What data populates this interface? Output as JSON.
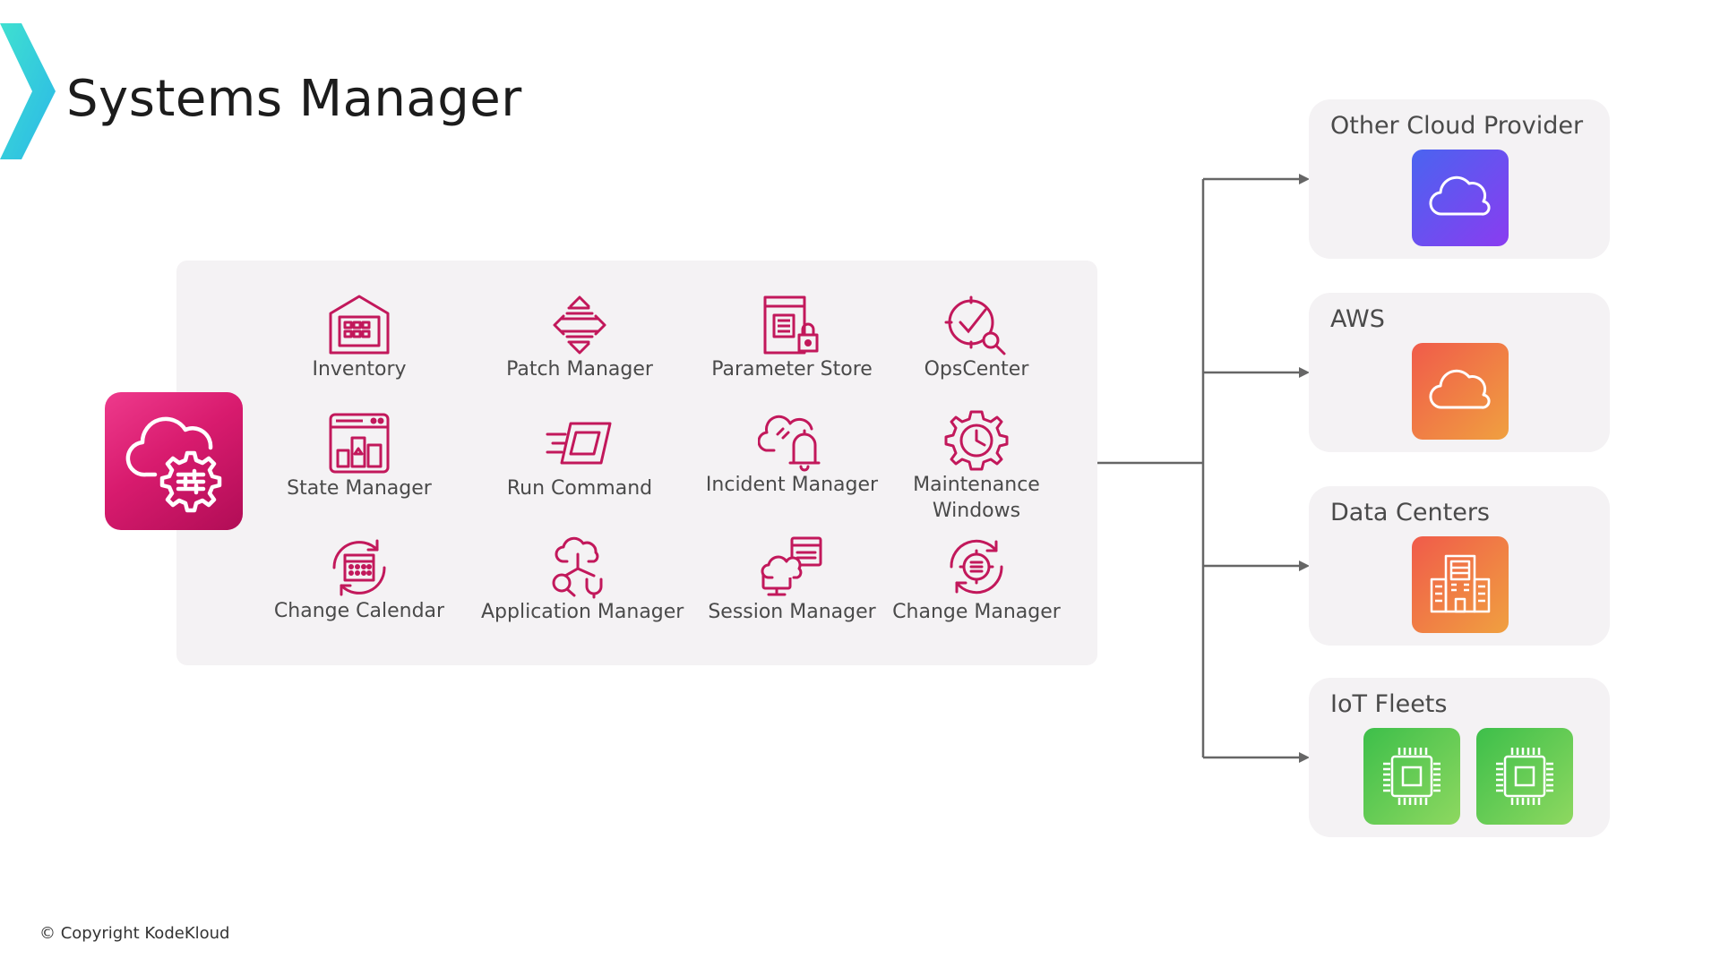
{
  "title": "Systems Manager",
  "colors": {
    "accent": "#c2185b",
    "panel": "#f4f2f4",
    "connector": "#666666"
  },
  "service_icon": "systems-manager-icon",
  "features": [
    {
      "label": "Inventory",
      "icon": "inventory-icon"
    },
    {
      "label": "Patch Manager",
      "icon": "patch-manager-icon"
    },
    {
      "label": "Parameter Store",
      "icon": "parameter-store-icon"
    },
    {
      "label": "OpsCenter",
      "icon": "opscenter-icon"
    },
    {
      "label": "State Manager",
      "icon": "state-manager-icon"
    },
    {
      "label": "Run Command",
      "icon": "run-command-icon"
    },
    {
      "label": "Incident Manager",
      "icon": "incident-manager-icon"
    },
    {
      "label": "Maintenance\nWindows",
      "icon": "maintenance-windows-icon"
    },
    {
      "label": "Change Calendar",
      "icon": "change-calendar-icon"
    },
    {
      "label": "Application Manager",
      "icon": "application-manager-icon"
    },
    {
      "label": "Session Manager",
      "icon": "session-manager-icon"
    },
    {
      "label": "Change Manager",
      "icon": "change-manager-icon"
    }
  ],
  "targets": [
    {
      "title": "Other Cloud Provider",
      "icons": [
        "cloud-icon"
      ]
    },
    {
      "title": "AWS",
      "icons": [
        "cloud-icon"
      ]
    },
    {
      "title": "Data Centers",
      "icons": [
        "building-icon"
      ]
    },
    {
      "title": "IoT Fleets",
      "icons": [
        "chip-icon",
        "chip-icon"
      ]
    }
  ],
  "copyright": "© Copyright KodeKloud"
}
